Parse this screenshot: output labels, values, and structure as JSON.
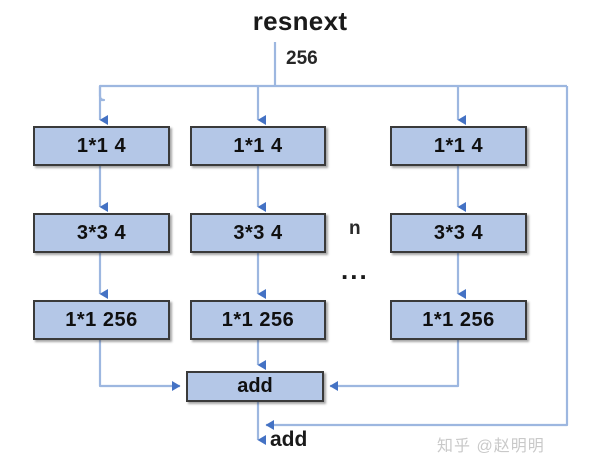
{
  "diagram": {
    "title": "resnext",
    "trunk_label": "256",
    "repeat_label": "n",
    "ellipsis": "...",
    "output_label": "add",
    "merge_label": "add",
    "watermark": "知乎 @赵明明",
    "colors": {
      "node_fill": "#b4c7e7",
      "node_border": "#3a3a3a",
      "arrow": "#4472c4",
      "wire": "#9db7e0",
      "text": "#101010",
      "watermark": "#c9c9c9"
    },
    "columns": [
      {
        "name": "branch-1",
        "blocks": [
          {
            "label": "1*1 4"
          },
          {
            "label": "3*3 4"
          },
          {
            "label": "1*1 256"
          }
        ]
      },
      {
        "name": "branch-2",
        "blocks": [
          {
            "label": "1*1 4"
          },
          {
            "label": "3*3 4"
          },
          {
            "label": "1*1 256"
          }
        ]
      },
      {
        "name": "branch-n",
        "blocks": [
          {
            "label": "1*1 4"
          },
          {
            "label": "3*3 4"
          },
          {
            "label": "1*1 256"
          }
        ]
      }
    ]
  }
}
